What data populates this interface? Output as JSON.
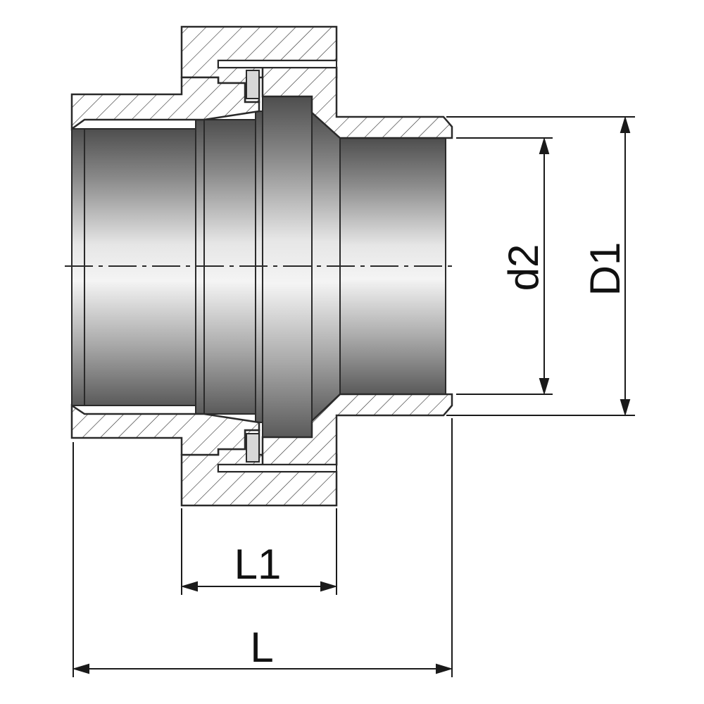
{
  "dimensions": {
    "d2": "d2",
    "D1": "D1",
    "L1": "L1",
    "L": "L"
  },
  "colors": {
    "outline": "#2a2a2a",
    "hatch": "#2a2a2a",
    "bore_dark": "#5a5a5a",
    "bore_light": "#f2f2f2"
  }
}
